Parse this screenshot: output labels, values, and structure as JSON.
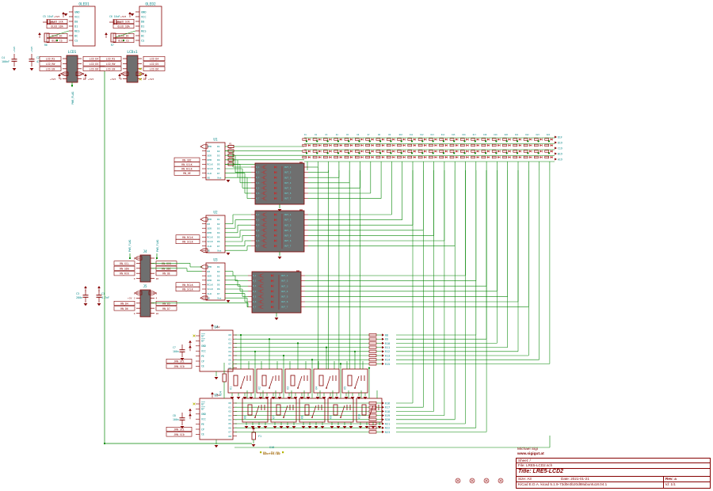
{
  "colors": {
    "wire": "#008400",
    "symbol": "#840000",
    "pin_text": "#008484",
    "fill": "#6f6f6f",
    "note": "#a06400",
    "nc": "#b4b400",
    "hole": "#b05050",
    "title": "#840000"
  },
  "title_block": {
    "author": "Michael Sigi",
    "website": "www.sigigut.at",
    "sheet": "Sheet: /",
    "file": "File: LRE5-LCD2.sch",
    "title": "Title: LRE5-LCD2",
    "size": "Size: A3",
    "date": "Date: 2021-01-21",
    "rev": "Rev: a",
    "tool": "KiCad E.D.A.  kicad 5.1.9-73d0e3b20d88ubuntu18.04.1",
    "id": "Id: 1/1"
  },
  "oled": {
    "refs": [
      "OLED1",
      "OLED2"
    ],
    "pins": [
      "GND",
      "VCC",
      "D0",
      "D1",
      "RES",
      "DC",
      "CS"
    ],
    "caps": [
      [
        "C5",
        "10uF"
      ],
      [
        "C6",
        "10uF"
      ]
    ],
    "resistors": [
      "R6",
      "R7"
    ],
    "labels_top": [
      "OLED_SCK",
      "OLED_SDA"
    ],
    "labels_bottom": [
      "OLED_DC",
      "OLED_CS"
    ],
    "power": "+3V3"
  },
  "lcd": {
    "refs": [
      "LCD1",
      "LCDx1"
    ],
    "pin_numbers_left": [
      "1",
      "3",
      "5",
      "7",
      "9"
    ],
    "pin_numbers_right": [
      "2",
      "4",
      "6",
      "8",
      "10"
    ],
    "labels_left": [
      "LCD_RS",
      "LCD_RW",
      "LCD_EN"
    ],
    "labels_right": [
      "LCD_D4",
      "LCD_D5",
      "LCD_D6"
    ],
    "power": "+3V3",
    "pwr_flag": "PWR_FLAG"
  },
  "caps": {
    "c4": [
      "C4",
      "100nF"
    ],
    "c2": [
      "C2",
      "47uF"
    ],
    "c3": [
      "C3",
      "280n"
    ],
    "c1": [
      "C1",
      "4.7nF"
    ],
    "c7": [
      "C7",
      "100n"
    ],
    "c8": [
      "C8",
      "100n"
    ],
    "rail": "+3V3"
  },
  "headers": {
    "refs": [
      "J4",
      "J5"
    ],
    "pin_numbers_left": [
      "1",
      "3",
      "5",
      "7",
      "9"
    ],
    "pin_numbers_right": [
      "2",
      "4",
      "6",
      "8",
      "10"
    ],
    "j4_left": [
      "RN_SCL",
      "RN_SDA",
      "RN_RCK"
    ],
    "j4_right": [
      "RN_SCK",
      "RN_SDI",
      "RN_OE"
    ],
    "j5_left": [
      "RN_D4",
      "RN_D6"
    ],
    "j5_right": [
      "RN_D5",
      "RN_D7"
    ],
    "pwr_flag": "PWR_FLAG",
    "power": "+3V"
  },
  "shift_registers": {
    "refs": [
      "U1",
      "U2",
      "U3"
    ],
    "pin_rows": [
      [
        "VEB",
        "D1"
      ],
      [
        "D0",
        "D2"
      ],
      [
        "SER",
        "D3"
      ],
      [
        "DEB",
        "D4"
      ],
      [
        "RCLK",
        "D5"
      ],
      [
        "SCLK",
        "D6"
      ],
      [
        "CLR",
        "D7"
      ],
      [
        "OE",
        "Vss"
      ]
    ],
    "u1_labels": [
      "RN_SDI",
      "RN_SCLK",
      "RN_RCLK",
      "RN_OE"
    ],
    "u2_labels": [
      "RN_RCLK",
      "RN_SCLK"
    ],
    "u3_labels": [
      "RN_RCLK",
      "RN_SCLK"
    ],
    "u1_resistors": [
      "R1",
      "R2",
      "R3",
      "R4",
      "R5"
    ]
  },
  "driver_blocks": {
    "out_labels": [
      "OUT_1",
      "OUT_2",
      "OUT_3",
      "OUT_4",
      "OUT_5",
      "OUT_6",
      "OUT_7"
    ],
    "in_prefix": "N_"
  },
  "matrix": {
    "columns": 24,
    "column_ref_prefix": "D",
    "row_labels": [
      "D1F",
      "D19",
      "C19",
      "B19",
      "A19"
    ]
  },
  "counters": {
    "refs": [
      "U4",
      "U5"
    ],
    "left_pins": [
      "Q7",
      "Q7",
      "GND",
      "VCC",
      "PE",
      "CP",
      "CE"
    ],
    "right_pins": [
      "O0",
      "O1",
      "O2",
      "O3",
      "O4",
      "O5",
      "O6",
      "O7",
      "O8"
    ],
    "labels": [
      "JRN_SC1",
      "JRN_SC0"
    ],
    "power": "+5V"
  },
  "relays": {
    "row1": [
      "K1",
      "K2",
      "K3",
      "K4",
      "K5"
    ],
    "row2": [
      "K6",
      "K7",
      "K8",
      "K9",
      "K10"
    ]
  },
  "resistor_groups": {
    "top": [
      "R8",
      "R9",
      "R10",
      "R11",
      "R12",
      "R13",
      "R14",
      "R15"
    ],
    "bottom": [
      "R16",
      "R17",
      "R18",
      "R19",
      "R20",
      "R21",
      "R22",
      "R23"
    ]
  },
  "misc": {
    "r24": "R24",
    "fuse": "F1",
    "note_ref": "S18",
    "note_text": "Ub=+5V/Ub",
    "power5": "+5V"
  }
}
